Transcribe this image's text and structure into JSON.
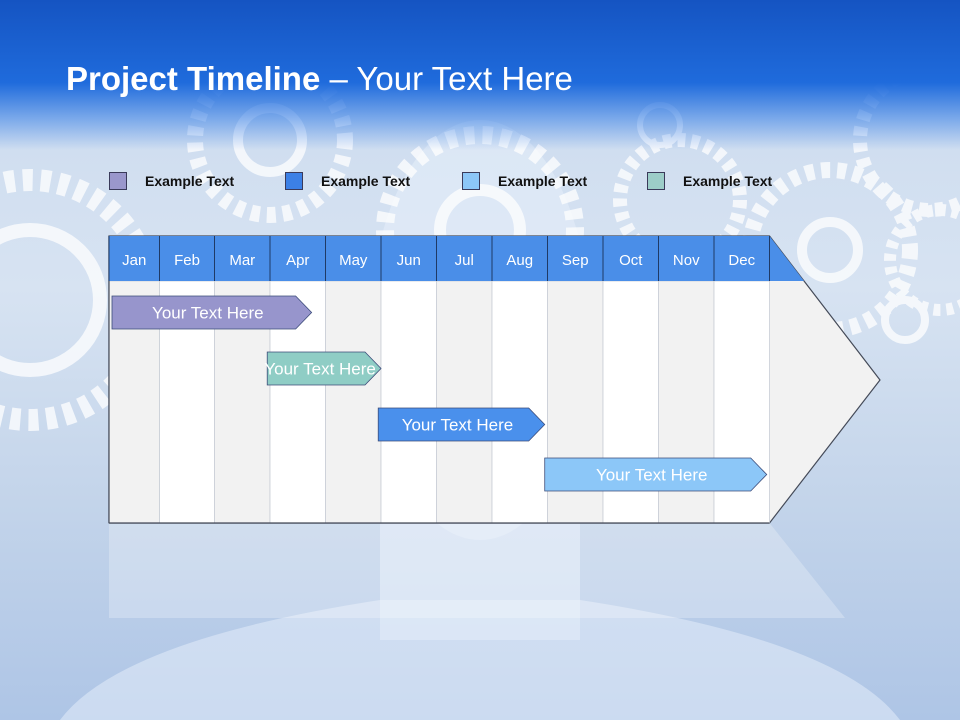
{
  "title": {
    "bold": "Project Timeline",
    "rest": " – Your Text Here"
  },
  "legend": [
    {
      "label": "Example Text",
      "color": "#9a97cc"
    },
    {
      "label": "Example Text",
      "color": "#3c80e6"
    },
    {
      "label": "Example Text",
      "color": "#8cc6f7"
    },
    {
      "label": "Example Text",
      "color": "#9ccdc8"
    }
  ],
  "months": [
    "Jan",
    "Feb",
    "Mar",
    "Apr",
    "May",
    "Jun",
    "Jul",
    "Aug",
    "Sep",
    "Oct",
    "Nov",
    "Dec"
  ],
  "tasks": [
    {
      "label": "Your  Text Here",
      "start": 0,
      "end": 3.75,
      "color": "#9795cc"
    },
    {
      "label": "Your  Text Here",
      "start": 2.95,
      "end": 5,
      "color": "#8fcdc5"
    },
    {
      "label": "Your  Text Here",
      "start": 4.95,
      "end": 7.95,
      "color": "#4a90ec"
    },
    {
      "label": "Your  Text Here",
      "start": 7.95,
      "end": 11.95,
      "color": "#8cc7f8"
    }
  ],
  "colors": {
    "header": "#4a8ee8",
    "arrow_body": "#f2f2f2",
    "grid_even": "#f2f2f2",
    "grid_odd": "#ffffff"
  }
}
